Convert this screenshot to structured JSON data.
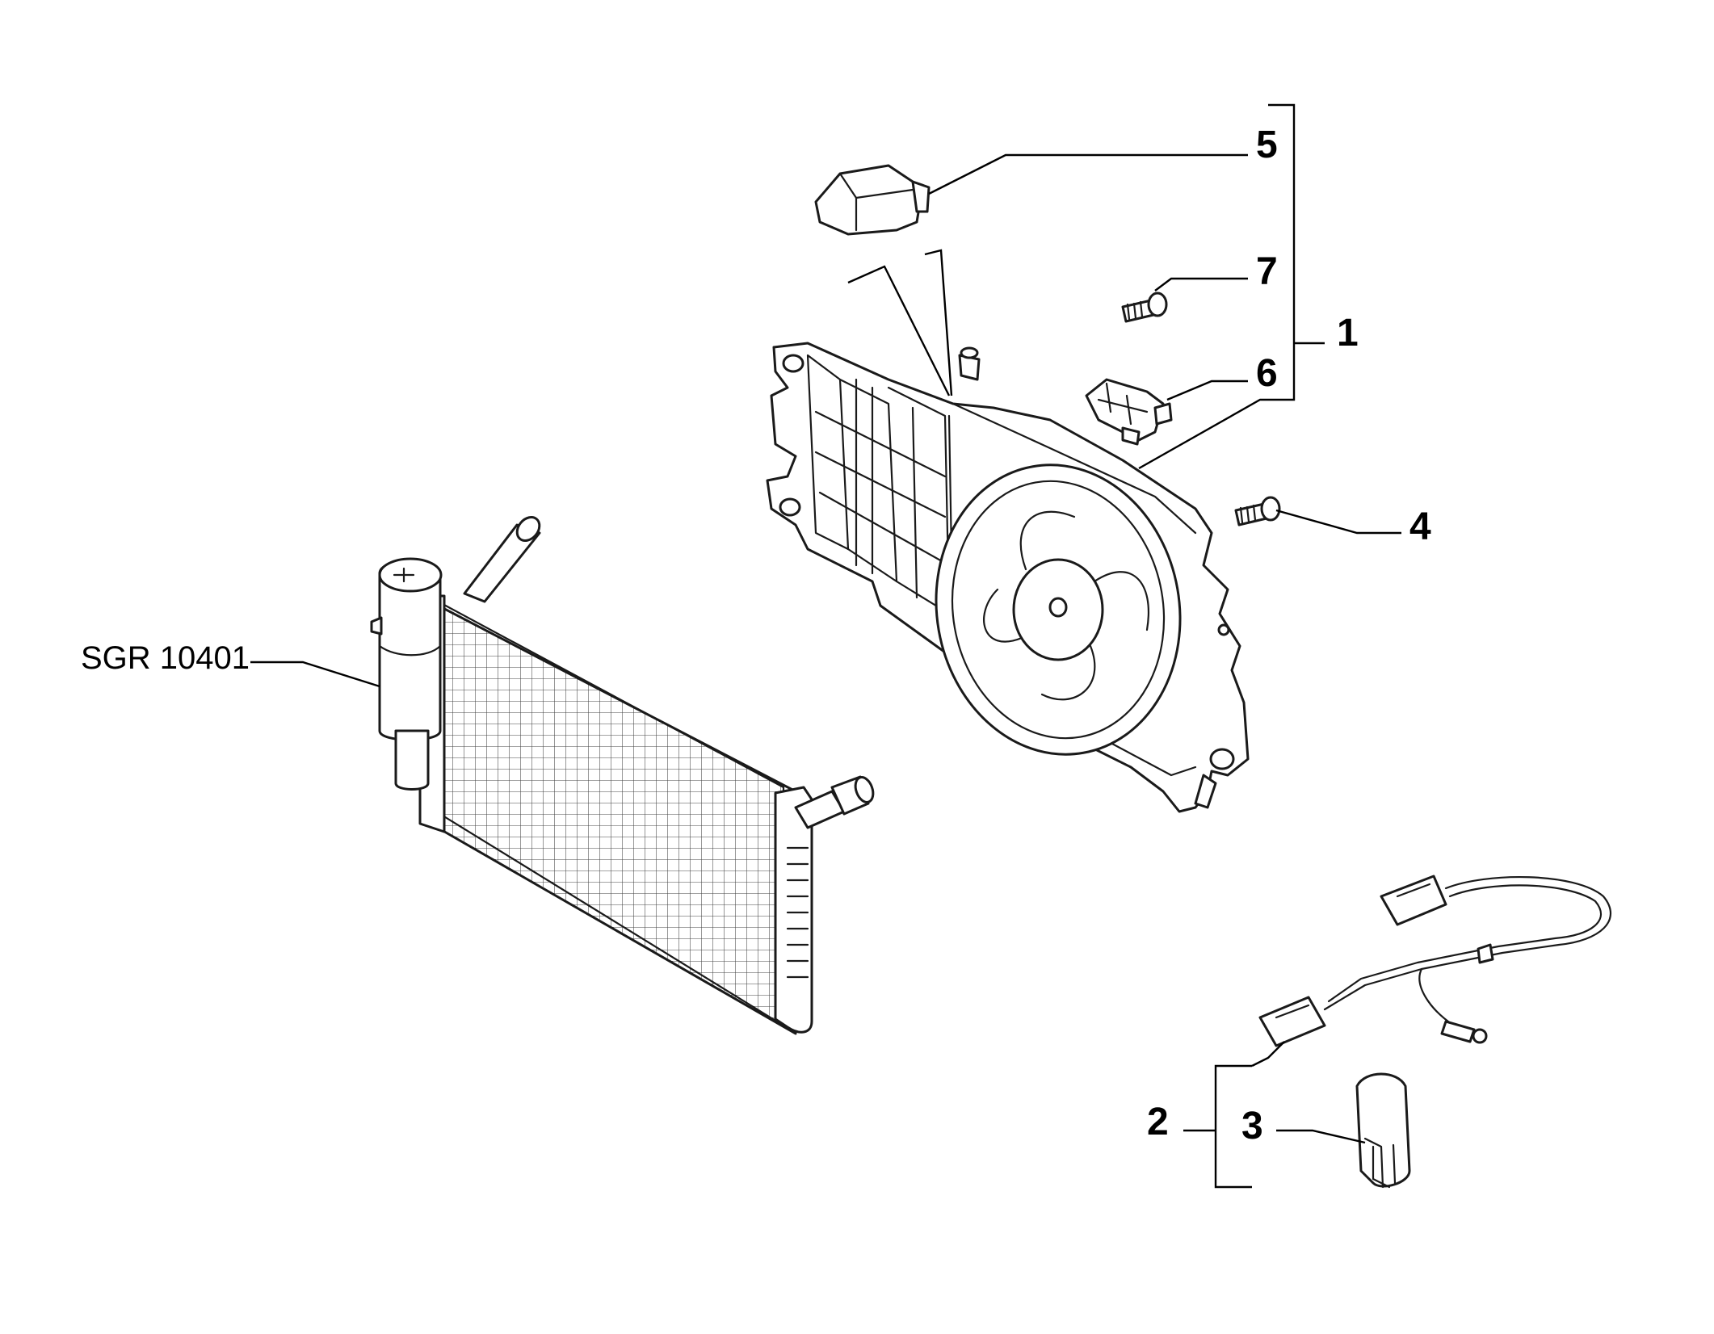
{
  "diagram": {
    "reference_label": "SGR 10401",
    "callouts": {
      "c1": "1",
      "c2": "2",
      "c3": "3",
      "c4": "4",
      "c5": "5",
      "c6": "6",
      "c7": "7"
    }
  },
  "icons": {
    "radiator": "radiator-icon",
    "expansion_tank": "expansion-tank-icon",
    "fan_shroud": "fan-shroud-icon",
    "fan": "fan-icon",
    "resistor": "resistor-icon",
    "screw": "screw-icon",
    "wiring_harness": "wiring-harness-icon",
    "clip": "clip-icon",
    "cover": "cover-icon"
  },
  "colors": {
    "line": "#1a1a1a",
    "background": "#ffffff"
  }
}
